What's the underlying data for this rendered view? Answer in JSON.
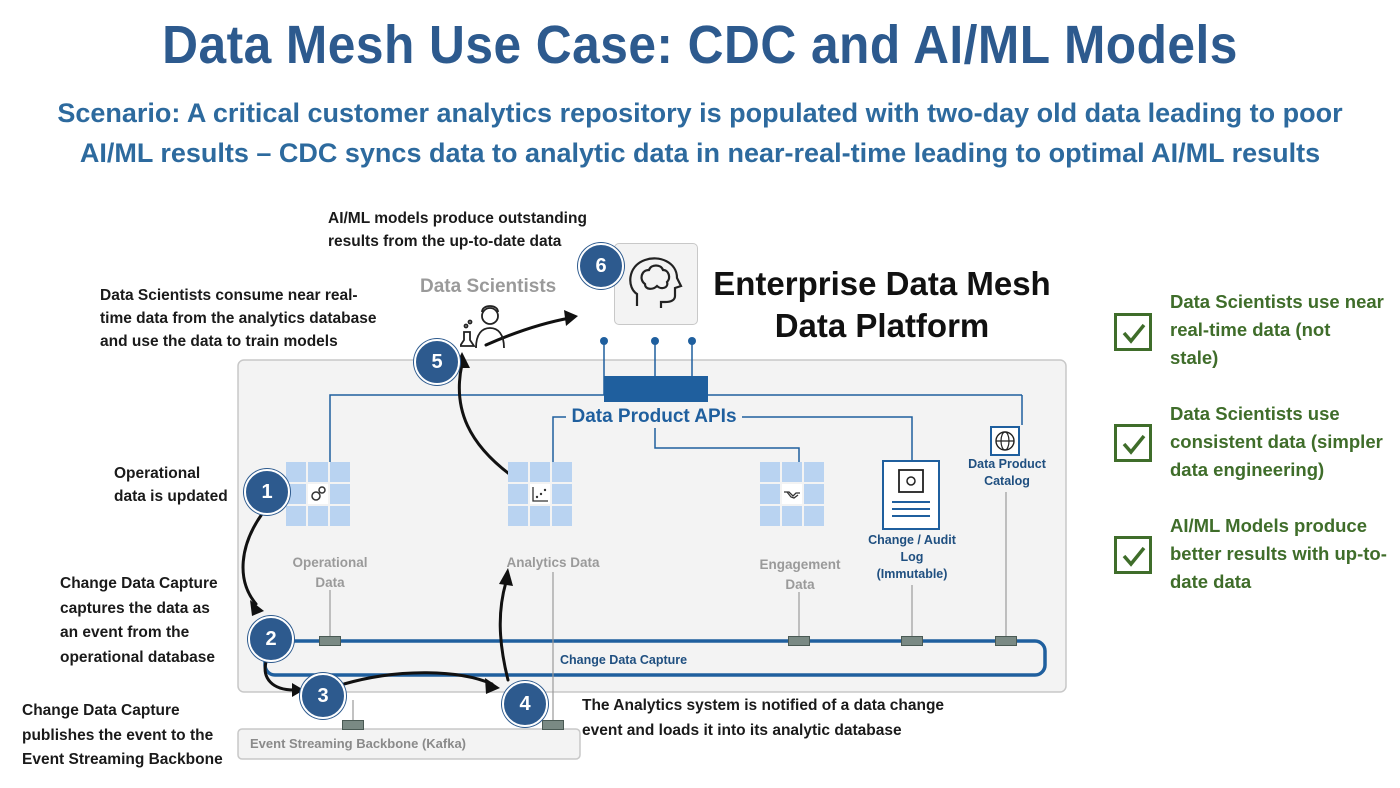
{
  "title": "Data Mesh Use Case: CDC and AI/ML Models",
  "scenario": {
    "line1": "Scenario: A critical customer analytics repository is populated with two-day old data leading to poor",
    "line2": "AI/ML results – CDC syncs data to analytic data in near-real-time leading to optimal AI/ML results"
  },
  "platform": {
    "line1": "Enterprise Data Mesh",
    "line2": "Data Platform"
  },
  "notes": {
    "n6": [
      "AI/ML models produce outstanding",
      "results from the up-to-date data"
    ],
    "n5": [
      "Data Scientists consume near real-",
      "time data from the analytics database",
      "and use the data to train models"
    ],
    "n1": [
      "Operational",
      "data is updated"
    ],
    "n2": [
      "Change Data Capture",
      "captures the data as",
      "an event from the",
      "operational database"
    ],
    "n3": [
      "Change Data Capture",
      "publishes the event to the",
      "Event Streaming Backbone"
    ],
    "n4": [
      "The Analytics system is notified of a data change",
      "event and loads it into its analytic database"
    ]
  },
  "badges": [
    "1",
    "2",
    "3",
    "4",
    "5",
    "6"
  ],
  "labels": {
    "data_scientists": "Data Scientists",
    "apis": "Data Product  APIs",
    "operational": [
      "Operational",
      "Data"
    ],
    "analytics": "Analytics Data",
    "engagement": [
      "Engagement",
      "Data"
    ],
    "audit": [
      "Change / Audit",
      "Log",
      "(Immutable)"
    ],
    "catalog": [
      "Data Product",
      "Catalog"
    ],
    "cdc": "Change Data Capture",
    "esb": "Event Streaming Backbone (Kafka)"
  },
  "benefits": [
    [
      "Data Scientists use near",
      "real-time data (not",
      "stale)"
    ],
    [
      "Data Scientists use",
      "consistent data (simpler",
      "data engineering)"
    ],
    [
      "AI/ML Models produce",
      "better results with up-to-",
      "date data"
    ]
  ],
  "icons": [
    "brain-icon",
    "scientist-icon",
    "gear-icon",
    "chart-icon",
    "handshake-icon",
    "safe-icon",
    "globe-icon",
    "checkmark-icon"
  ],
  "colors": {
    "title": "#2d5a8e",
    "accent_blue": "#1f5f9e",
    "benefit_green": "#3f6d2a",
    "grid_cell": "#b9d3f1"
  }
}
